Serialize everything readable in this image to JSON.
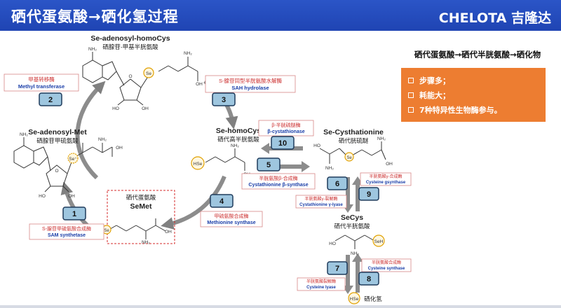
{
  "header": {
    "title": "硒代蛋氨酸→硒化氢过程",
    "logo": "CHELOTA 吉隆达"
  },
  "side": {
    "title": "硒代蛋氨酸→硒代半胱氨酸→硒化物",
    "items": [
      "步骤多；",
      "耗能大；",
      "7种特异性生物酶参与。"
    ]
  },
  "compounds": {
    "sah": {
      "en": "Se-adenosyl-homoCys",
      "zh": "硒腺苷-甲基半胱氨酸"
    },
    "sam": {
      "en": "Se-adenosyl-Met",
      "zh": "硒腺苷甲硫氨酸"
    },
    "homocys": {
      "en": "Se-homoCys",
      "zh": "硒代高半胱氨酸"
    },
    "cysth": {
      "en": "Se-Cysthationine",
      "zh": "硒代胱硫醚"
    },
    "semet": {
      "zh": "硒代蛋氨酸",
      "en": "SeMet"
    },
    "secys": {
      "en": "SeCys",
      "zh": "硒代半胱氨酸"
    },
    "hse": {
      "zh": "硒化氢"
    }
  },
  "enzymes": {
    "e1": {
      "zh": "S-腺苷甲硫氨酸合成酶",
      "en": "SAM synthetase"
    },
    "e2": {
      "zh": "甲基转移酶",
      "en": "Methyl transferase"
    },
    "e3": {
      "zh": "S-腺苷同型半胱氨酸水解酶",
      "en": "SAH hydrolase"
    },
    "e4": {
      "zh": "甲硫氨酸合成酶",
      "en": "Methionine synthase"
    },
    "e5": {
      "zh": "半胱氨酸β-合成酶",
      "en": "Cystathionine β-synthase"
    },
    "e10": {
      "zh": "β-半胱硫醚酶",
      "en": "β-cystathionase"
    },
    "e6": {
      "zh": "半胱氨酸γ-裂解酶",
      "en": "Cystathionine γ-lyase"
    },
    "e9": {
      "zh": "半胱氨酸γ-合成酶",
      "en": "Cysteine gsynthase"
    },
    "e7": {
      "zh": "半胱氨酸裂解酶",
      "en": "Cysteine lyase"
    },
    "e8": {
      "zh": "半胱氨酸合成酶",
      "en": "Cysteine synthase"
    }
  },
  "steps": [
    "1",
    "2",
    "3",
    "4",
    "5",
    "10",
    "6",
    "9",
    "7",
    "8"
  ],
  "atoms": {
    "se": "Se",
    "se_plus": "Se⁺",
    "hse": "HSe",
    "sh": "SeH",
    "nh2": "NH₂",
    "oh": "OH",
    "ho": "HO",
    "o": "O",
    "n": "N"
  },
  "colors": {
    "header": "#2353c2",
    "accent": "#ed7d31",
    "step_fill": "#9ec6df",
    "step_border": "#1f3b5c",
    "enzyme_en": "#1a3ea8",
    "enzyme_zh": "#cc2f2f",
    "se_ring": "#e0a000"
  }
}
